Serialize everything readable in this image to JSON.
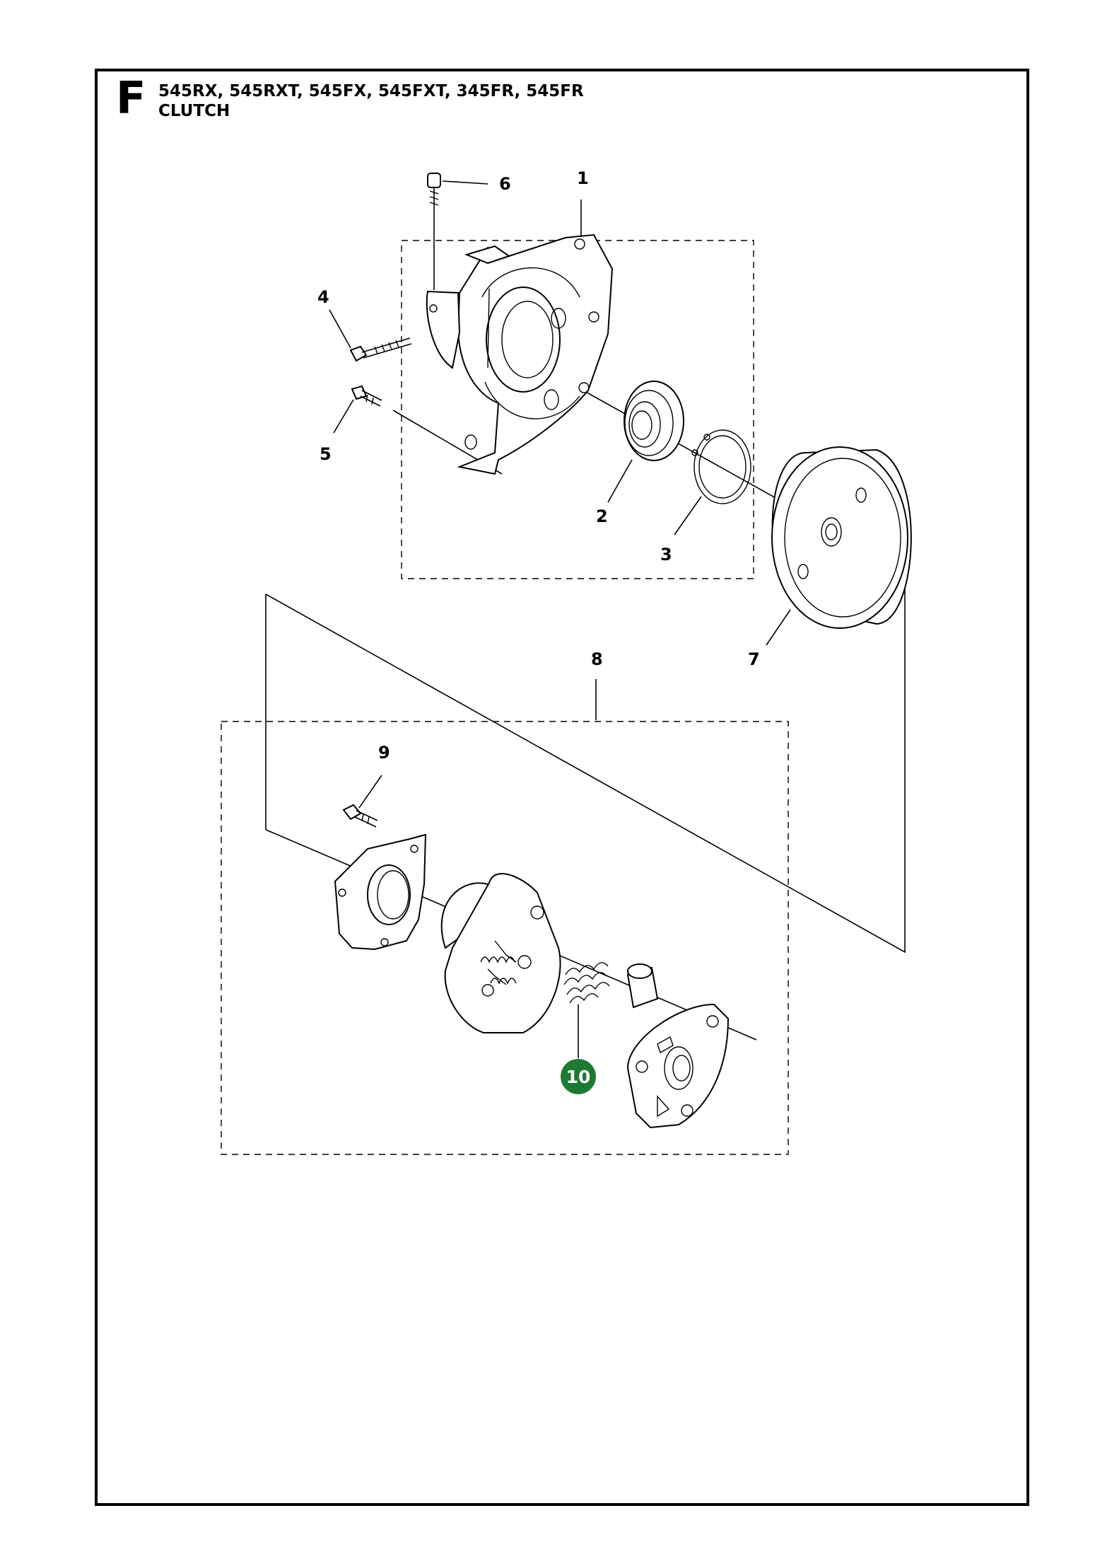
{
  "header": {
    "section_letter": "F",
    "models": "545RX, 545RXT, 545FX, 545FXT, 345FR, 545FR",
    "title": "CLUTCH"
  },
  "callouts": [
    "1",
    "2",
    "3",
    "4",
    "5",
    "6",
    "7",
    "8",
    "9",
    "10"
  ],
  "highlight": {
    "label": "10",
    "color": "#1e7a33",
    "text_color": "#ffffff"
  },
  "colors": {
    "line": "#000000",
    "background": "#ffffff"
  }
}
